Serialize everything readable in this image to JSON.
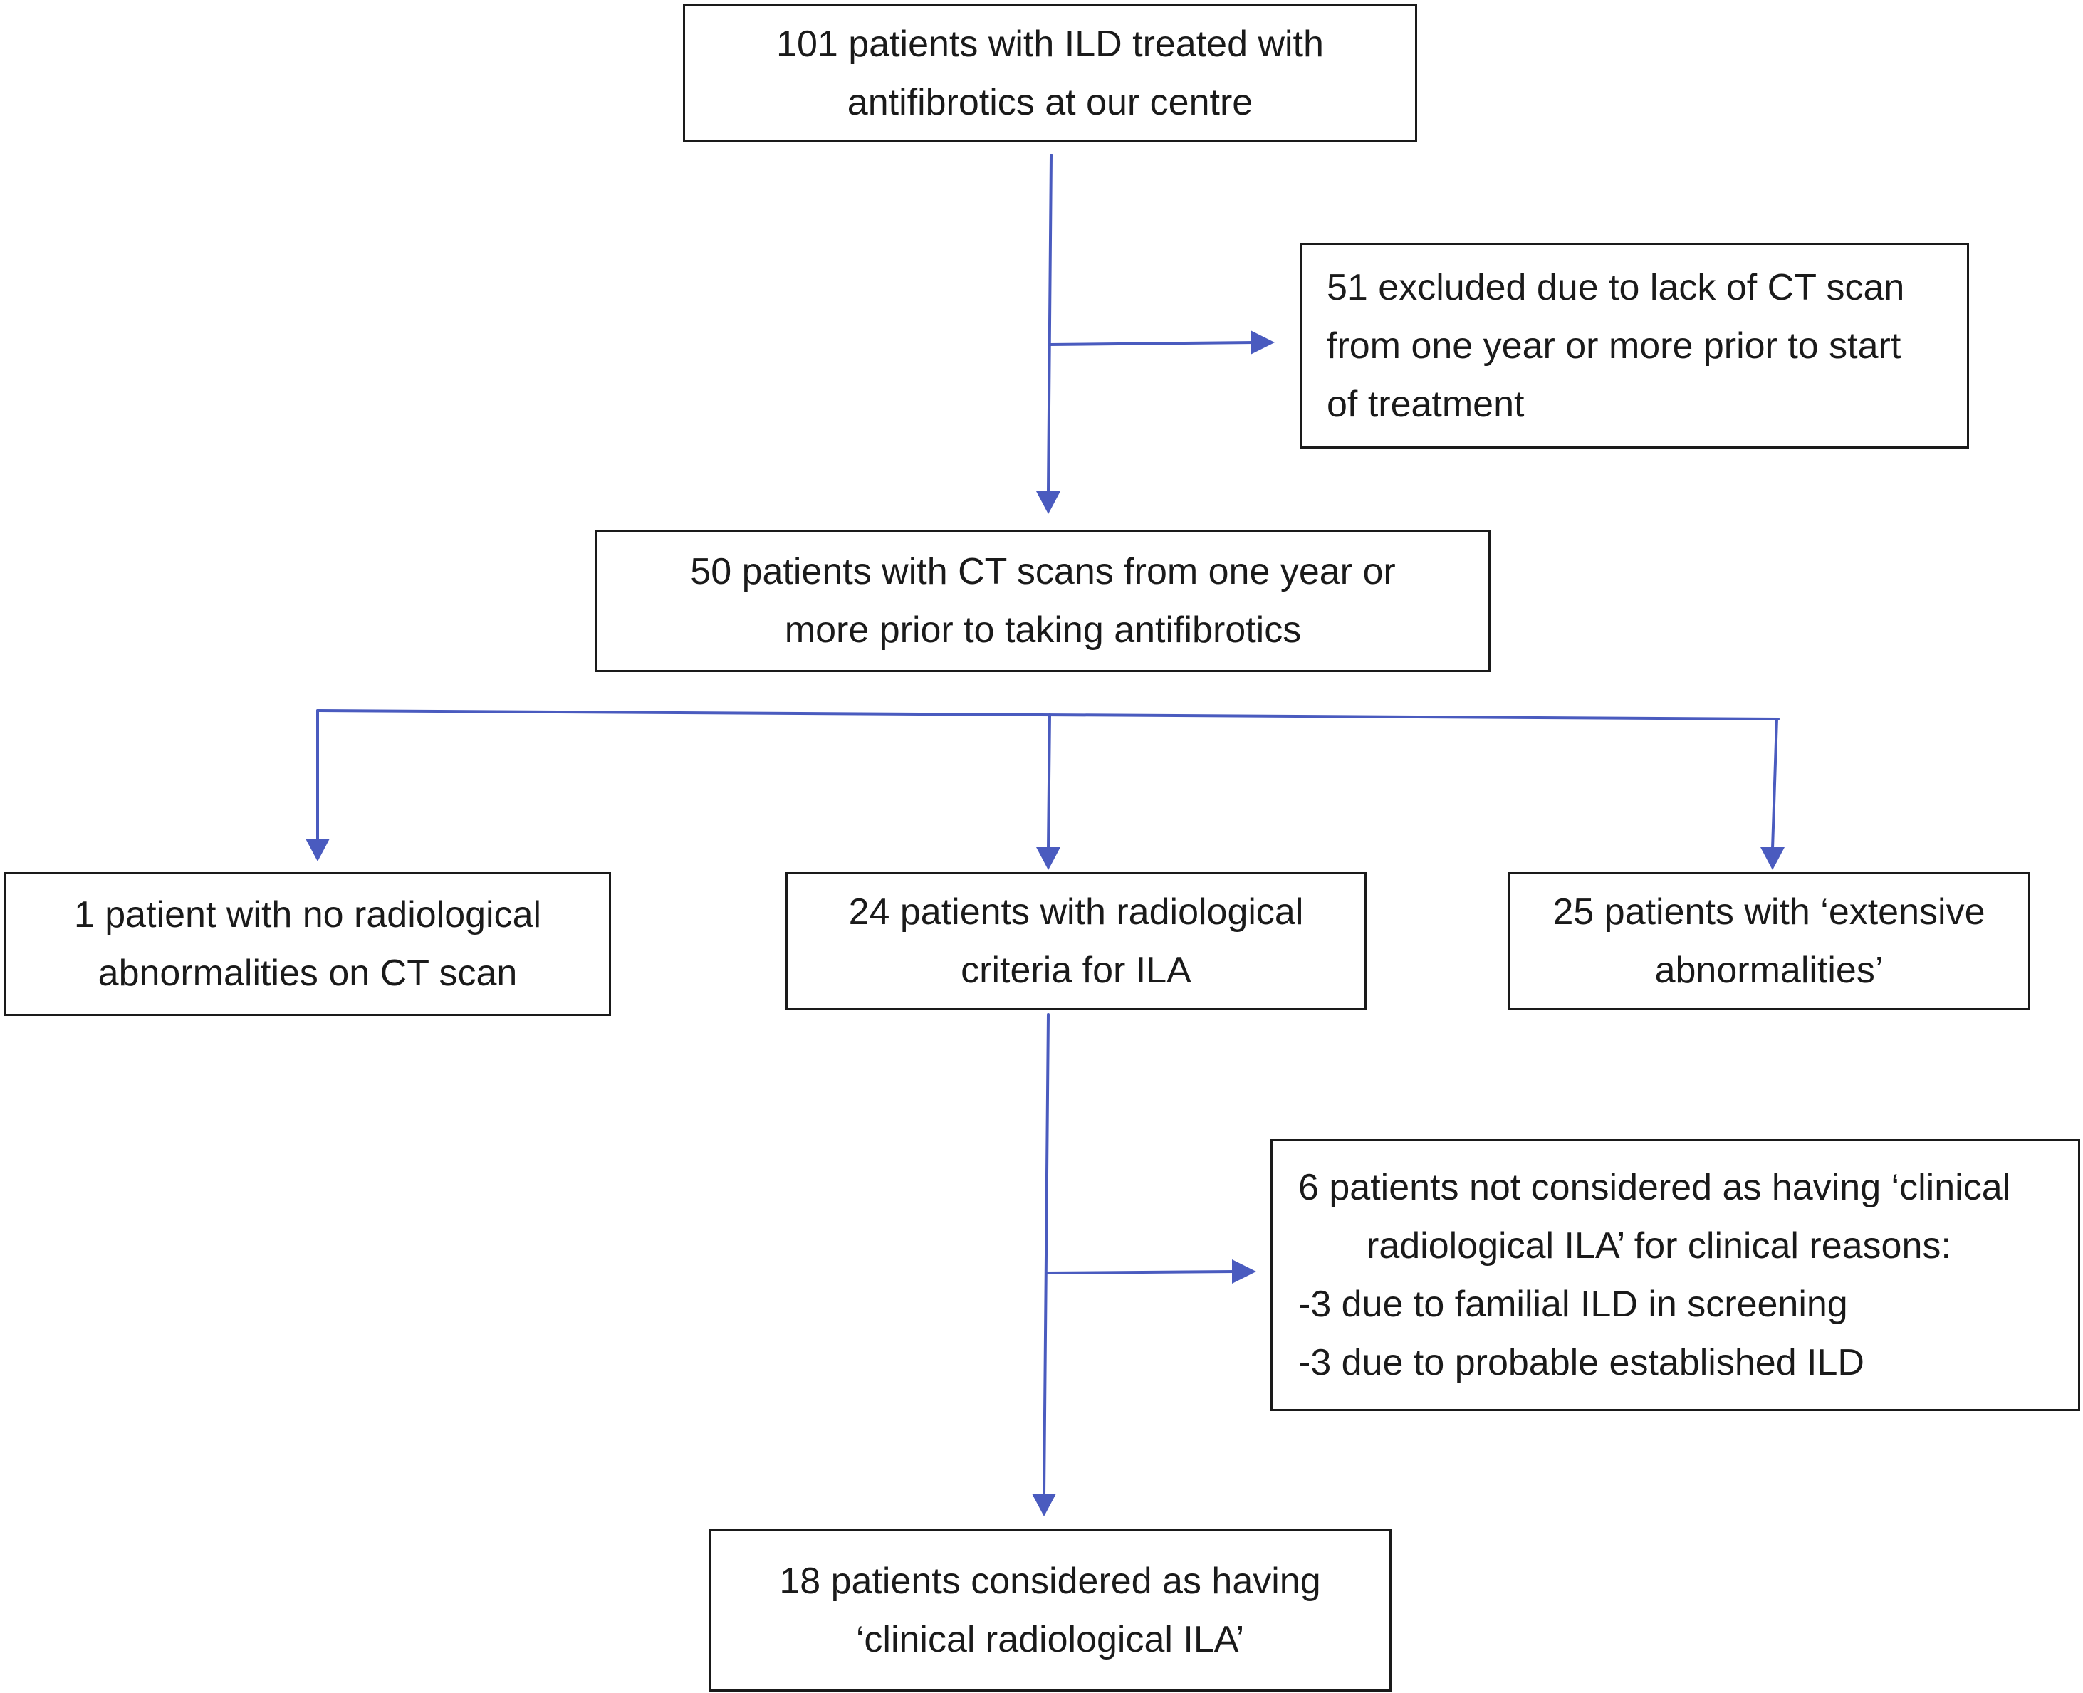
{
  "flowchart": {
    "line_color": "#4a5bbf",
    "box_border_color": "#1a1a1a",
    "text_color": "#1a1a1a",
    "boxes": {
      "start": {
        "lines": [
          "101 patients with ILD treated with",
          "antifibrotics at our centre"
        ]
      },
      "excluded": {
        "lines": [
          "51 excluded due to lack of CT scan",
          "from one year or more prior to start",
          "of treatment"
        ]
      },
      "ct_scans": {
        "lines": [
          "50 patients with CT scans from one year or",
          "more prior to taking antifibrotics"
        ]
      },
      "no_abnormalities": {
        "lines": [
          "1 patient with no radiological",
          "abnormalities on CT scan"
        ]
      },
      "ila_criteria": {
        "lines": [
          "24 patients with radiological",
          "criteria for ILA"
        ]
      },
      "extensive": {
        "lines": [
          "25 patients with ‘extensive",
          "abnormalities’"
        ]
      },
      "not_considered": {
        "lines": [
          "6 patients not considered as having ‘clinical",
          "radiological ILA’ for clinical reasons:",
          "-3 due to familial ILD in screening",
          "-3 due to probable established ILD"
        ]
      },
      "final": {
        "lines": [
          "18 patients considered as having",
          "‘clinical radiological ILA’"
        ]
      }
    }
  }
}
